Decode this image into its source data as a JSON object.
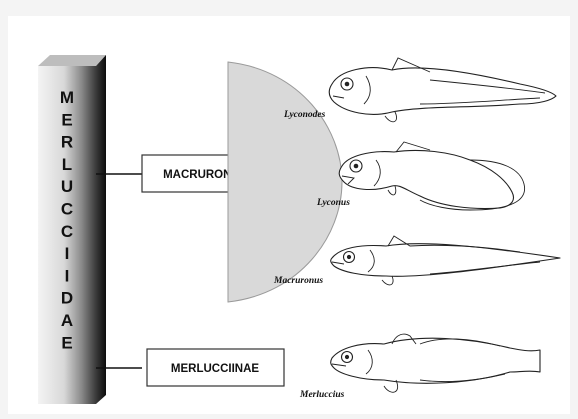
{
  "family": {
    "letters": [
      "M",
      "E",
      "R",
      "L",
      "U",
      "C",
      "C",
      "I",
      "I",
      "D",
      "A",
      "E"
    ]
  },
  "subfamilies": [
    {
      "label": "MACRURONINAE"
    },
    {
      "label": "MERLUCCIINAE"
    }
  ],
  "genera": [
    {
      "name": "Lyconodes"
    },
    {
      "name": "Lyconus"
    },
    {
      "name": "Macruronus"
    },
    {
      "name": "Merluccius"
    }
  ],
  "colors": {
    "background": "#ffffff",
    "frame": "#f4f4f4",
    "bracket_fill": "#d9d9d9",
    "pillar_light": "#f2f2f2",
    "pillar_dark": "#1a1a1a"
  }
}
